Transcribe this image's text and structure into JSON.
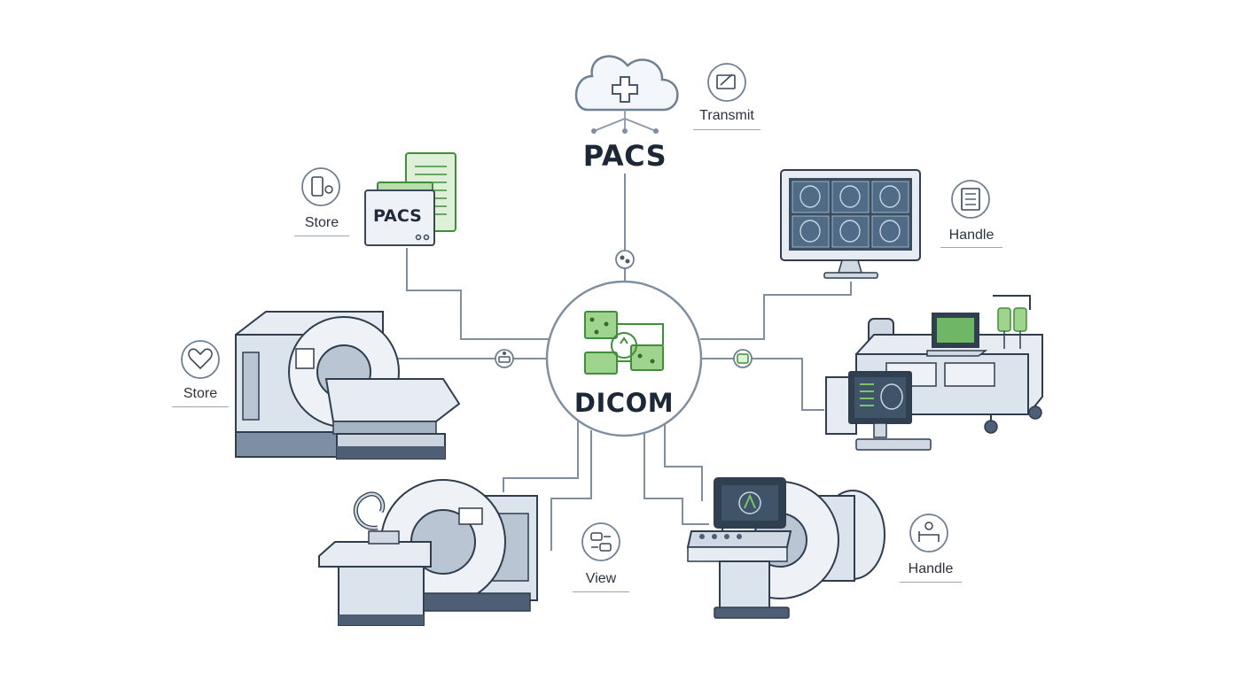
{
  "colors": {
    "line": "#7f8fa0",
    "outline": "#2f3d4e",
    "accent": "#7bc46b",
    "accent_dark": "#3f8f3a",
    "steel": "#cfd8e3",
    "steel_dark": "#4e5f75"
  },
  "hub": {
    "label": "DICOM",
    "icon": "dicom-data-icon"
  },
  "cloud": {
    "label": "PACS",
    "icon": "cloud-medical-icon"
  },
  "server_card": {
    "label": "PACS",
    "icon": "document-stack-icon"
  },
  "actions": [
    {
      "label": "Transmit",
      "icon": "transmit-icon"
    },
    {
      "label": "Store",
      "icon": "storage-device-icon"
    },
    {
      "label": "Handle",
      "icon": "report-icon"
    },
    {
      "label": "Store",
      "icon": "heart-icon"
    },
    {
      "label": "View",
      "icon": "view-flow-icon"
    },
    {
      "label": "Handle",
      "icon": "patient-bed-icon"
    }
  ],
  "devices": [
    {
      "icon": "ct-scanner-icon"
    },
    {
      "icon": "viewing-monitor-icon"
    },
    {
      "icon": "patient-workstation-icon"
    },
    {
      "icon": "mri-scanner-icon"
    },
    {
      "icon": "ultrasound-scanner-icon"
    }
  ]
}
